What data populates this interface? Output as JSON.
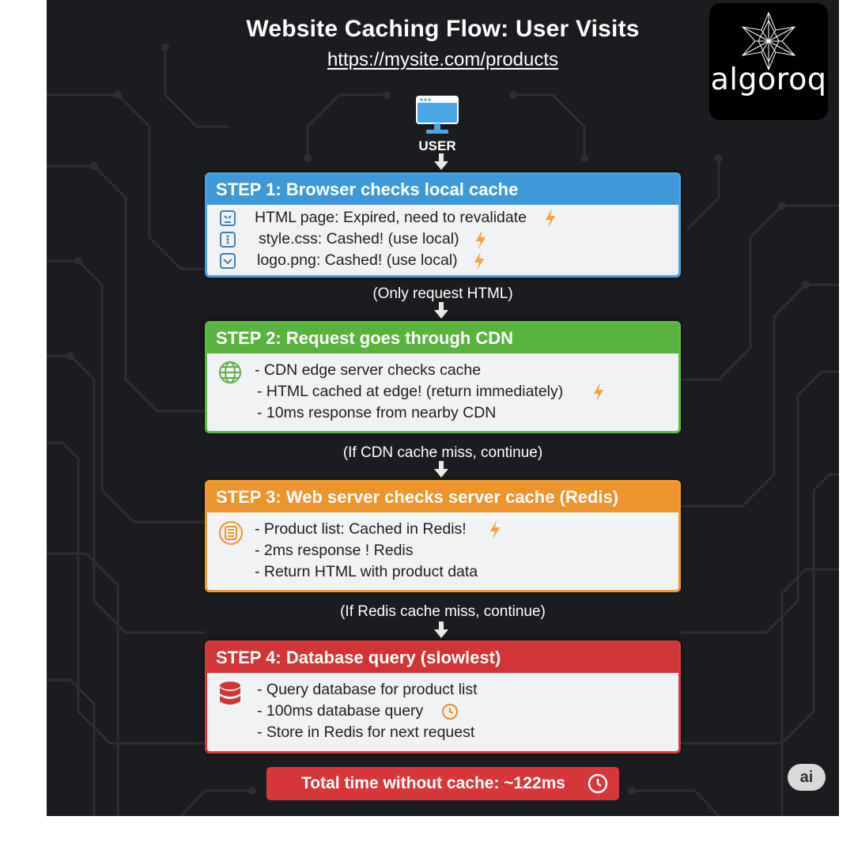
{
  "title": "Website Caching Flow: User Visits",
  "url": "https://mysite.com/products",
  "logo": {
    "text": "algoroq",
    "icon": "geometric-star-icon"
  },
  "user": {
    "label": "USER",
    "icon": "monitor-icon"
  },
  "steps": [
    {
      "header": "STEP 1: Browser checks local cache",
      "color": "#3e98d9",
      "lines": [
        {
          "text": "HTML page: Expired, need to revalidate",
          "icon": "expired-page-icon",
          "bolt": true
        },
        {
          "text": "style.css: Cashed! (use local)",
          "icon": "css-file-icon",
          "bolt": true
        },
        {
          "text": "logo.png: Cashed! (use local)",
          "icon": "image-file-icon",
          "bolt": true
        }
      ]
    },
    {
      "header": "STEP 2: Request goes through CDN",
      "color": "#59b33f",
      "icon": "globe-icon",
      "lines": [
        {
          "text": "- CDN edge server checks cache",
          "bolt": false
        },
        {
          "text": "- HTML cached at edge! (return immediately)",
          "bolt": true
        },
        {
          "text": "- 10ms response from nearby CDN",
          "bolt": false
        }
      ]
    },
    {
      "header": "STEP 3: Web server checks server cache (Redis)",
      "color": "#ee942d",
      "icon": "server-cache-icon",
      "lines": [
        {
          "text": "- Product list: Cached in Redis!",
          "bolt": true
        },
        {
          "text": "- 2ms response ! Redis",
          "bolt": false
        },
        {
          "text": "- Return HTML with product data",
          "bolt": false
        }
      ]
    },
    {
      "header": "STEP 4: Database query (slowlest)",
      "color": "#d23536",
      "icon": "database-icon",
      "lines": [
        {
          "text": "- Query database for product list",
          "bolt": false
        },
        {
          "text": "- 100ms database query",
          "clock": true
        },
        {
          "text": "- Store in Redis for next request",
          "bolt": false
        }
      ]
    }
  ],
  "connectors": [
    "(Only request HTML)",
    "(If CDN cache miss, continue)",
    "(If Redis cache miss, continue)"
  ],
  "total": {
    "text": "Total time without cache: ~122ms",
    "icon": "clock-icon"
  },
  "badge": {
    "text": "ai"
  }
}
